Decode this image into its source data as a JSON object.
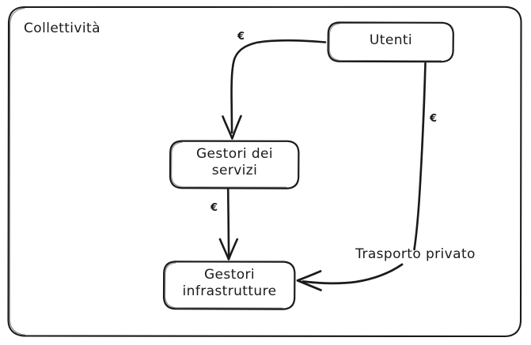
{
  "diagram": {
    "title": "Collettività",
    "style": "hand-drawn",
    "background_color": "#ffffff",
    "stroke_color": "#1a1a1a",
    "text_color": "#1a1a1a",
    "container": {
      "label": "Collettività"
    },
    "nodes": [
      {
        "id": "utenti",
        "label": "Utenti"
      },
      {
        "id": "gestori-servizi",
        "label": "Gestori dei\nservizi"
      },
      {
        "id": "gestori-infrastrutture",
        "label": "Gestori\ninfrastrutture"
      }
    ],
    "edges": [
      {
        "id": "utenti-to-servizi",
        "from": "utenti",
        "to": "gestori-servizi",
        "label": "€"
      },
      {
        "id": "servizi-to-infrastrutture",
        "from": "gestori-servizi",
        "to": "gestori-infrastrutture",
        "label": "€"
      },
      {
        "id": "utenti-to-infrastrutture",
        "from": "utenti",
        "to": "gestori-infrastrutture",
        "label": "€",
        "note": "Trasporto privato"
      }
    ],
    "edge_note": "Trasporto privato",
    "currency_symbol": "€"
  }
}
